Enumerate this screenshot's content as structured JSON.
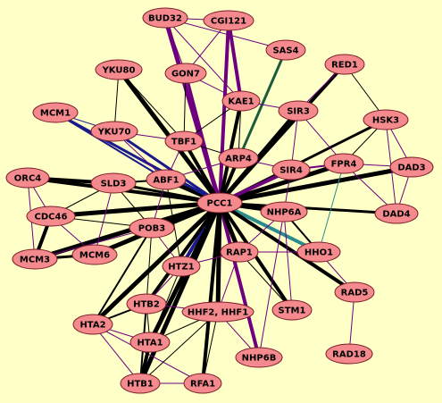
{
  "colors": {
    "background": "#FFFFC8",
    "node_fill": "#F48A8E",
    "node_stroke": "#7A1E28",
    "edge_black": "#000000",
    "edge_purple": "#6E0080",
    "edge_blue": "#1A1A8C",
    "edge_green": "#1E5A3C",
    "edge_teal": "#2A8C8C"
  },
  "nodes": [
    {
      "id": "BUD32",
      "label": "BUD32"
    },
    {
      "id": "CGI121",
      "label": "CGI121"
    },
    {
      "id": "SAS4",
      "label": "SAS4"
    },
    {
      "id": "RED1",
      "label": "RED1"
    },
    {
      "id": "YKU80",
      "label": "YKU80"
    },
    {
      "id": "GON7",
      "label": "GON7"
    },
    {
      "id": "MCM1",
      "label": "MCM1"
    },
    {
      "id": "KAE1",
      "label": "KAE1"
    },
    {
      "id": "SIR3",
      "label": "SIR3"
    },
    {
      "id": "HSK3",
      "label": "HSK3"
    },
    {
      "id": "YKU70",
      "label": "YKU70"
    },
    {
      "id": "TBF1",
      "label": "TBF1"
    },
    {
      "id": "ARP4",
      "label": "ARP4"
    },
    {
      "id": "FPR4",
      "label": "FPR4"
    },
    {
      "id": "DAD3",
      "label": "DAD3"
    },
    {
      "id": "SIR4",
      "label": "SIR4"
    },
    {
      "id": "ORC4",
      "label": "ORC4"
    },
    {
      "id": "SLD3",
      "label": "SLD3"
    },
    {
      "id": "ABF1",
      "label": "ABF1"
    },
    {
      "id": "PCC1",
      "label": "PCC1"
    },
    {
      "id": "NHP6A",
      "label": "NHP6A"
    },
    {
      "id": "DAD4",
      "label": "DAD4"
    },
    {
      "id": "CDC46",
      "label": "CDC46"
    },
    {
      "id": "POB3",
      "label": "POB3"
    },
    {
      "id": "RAP1",
      "label": "RAP1"
    },
    {
      "id": "HHO1",
      "label": "HHO1"
    },
    {
      "id": "MCM3",
      "label": "MCM3"
    },
    {
      "id": "MCM6",
      "label": "MCM6"
    },
    {
      "id": "HTZ1",
      "label": "HTZ1"
    },
    {
      "id": "RAD5",
      "label": "RAD5"
    },
    {
      "id": "HTB2",
      "label": "HTB2"
    },
    {
      "id": "HHF2_HHF1",
      "label": "HHF2, HHF1"
    },
    {
      "id": "STM1",
      "label": "STM1"
    },
    {
      "id": "HTA2",
      "label": "HTA2"
    },
    {
      "id": "HTA1",
      "label": "HTA1"
    },
    {
      "id": "NHP6B",
      "label": "NHP6B"
    },
    {
      "id": "RAD18",
      "label": "RAD18"
    },
    {
      "id": "HTB1",
      "label": "HTB1"
    },
    {
      "id": "RFA1",
      "label": "RFA1"
    }
  ],
  "edges": [
    [
      "PCC1",
      "BUD32",
      "purple",
      5
    ],
    [
      "PCC1",
      "CGI121",
      "purple",
      4
    ],
    [
      "PCC1",
      "GON7",
      "purple",
      3
    ],
    [
      "PCC1",
      "KAE1",
      "black",
      4
    ],
    [
      "PCC1",
      "SAS4",
      "green",
      3
    ],
    [
      "PCC1",
      "RED1",
      "black",
      4
    ],
    [
      "PCC1",
      "SIR3",
      "black",
      5
    ],
    [
      "PCC1",
      "HSK3",
      "black",
      3
    ],
    [
      "PCC1",
      "FPR4",
      "black",
      5
    ],
    [
      "PCC1",
      "DAD3",
      "black",
      5
    ],
    [
      "PCC1",
      "SIR4",
      "purple",
      4
    ],
    [
      "PCC1",
      "DAD4",
      "black",
      3
    ],
    [
      "PCC1",
      "NHP6A",
      "black",
      5
    ],
    [
      "PCC1",
      "HHO1",
      "teal",
      4
    ],
    [
      "PCC1",
      "RAD5",
      "black",
      4
    ],
    [
      "PCC1",
      "STM1",
      "black",
      4
    ],
    [
      "PCC1",
      "NHP6B",
      "purple",
      4
    ],
    [
      "PCC1",
      "RAP1",
      "black",
      5
    ],
    [
      "PCC1",
      "HHF2_HHF1",
      "black",
      5
    ],
    [
      "PCC1",
      "RFA1",
      "black",
      4
    ],
    [
      "PCC1",
      "HTZ1",
      "blue",
      4
    ],
    [
      "PCC1",
      "HTA1",
      "black",
      5
    ],
    [
      "PCC1",
      "HTB1",
      "black",
      5
    ],
    [
      "PCC1",
      "HTB2",
      "black",
      4
    ],
    [
      "PCC1",
      "HTA2",
      "black",
      5
    ],
    [
      "PCC1",
      "MCM6",
      "black",
      5
    ],
    [
      "PCC1",
      "MCM3",
      "black",
      5
    ],
    [
      "PCC1",
      "POB3",
      "black",
      5
    ],
    [
      "PCC1",
      "CDC46",
      "black",
      5
    ],
    [
      "PCC1",
      "ORC4",
      "black",
      4
    ],
    [
      "PCC1",
      "SLD3",
      "black",
      3
    ],
    [
      "PCC1",
      "ABF1",
      "black",
      5
    ],
    [
      "PCC1",
      "TBF1",
      "black",
      4
    ],
    [
      "PCC1",
      "ARP4",
      "black",
      4
    ],
    [
      "PCC1",
      "YKU70",
      "blue",
      3
    ],
    [
      "PCC1",
      "MCM1",
      "blue",
      3
    ],
    [
      "PCC1",
      "YKU80",
      "black",
      5
    ],
    [
      "BUD32",
      "CGI121",
      "purple",
      1
    ],
    [
      "BUD32",
      "GON7",
      "purple",
      1
    ],
    [
      "BUD32",
      "KAE1",
      "purple",
      1
    ],
    [
      "BUD32",
      "SAS4",
      "purple",
      1
    ],
    [
      "CGI121",
      "GON7",
      "purple",
      1
    ],
    [
      "CGI121",
      "KAE1",
      "purple",
      4
    ],
    [
      "GON7",
      "KAE1",
      "purple",
      1
    ],
    [
      "GON7",
      "TBF1",
      "black",
      1
    ],
    [
      "KAE1",
      "ARP4",
      "black",
      1
    ],
    [
      "KAE1",
      "SIR3",
      "purple",
      1
    ],
    [
      "KAE1",
      "TBF1",
      "black",
      1
    ],
    [
      "SIR3",
      "SIR4",
      "purple",
      1
    ],
    [
      "SIR3",
      "RED1",
      "purple",
      1
    ],
    [
      "SIR3",
      "FPR4",
      "purple",
      1
    ],
    [
      "RED1",
      "HSK3",
      "black",
      1
    ],
    [
      "HSK3",
      "FPR4",
      "black",
      1
    ],
    [
      "HSK3",
      "DAD3",
      "purple",
      1
    ],
    [
      "HSK3",
      "DAD4",
      "purple",
      1
    ],
    [
      "FPR4",
      "DAD3",
      "purple",
      1
    ],
    [
      "FPR4",
      "DAD4",
      "purple",
      1
    ],
    [
      "FPR4",
      "SIR4",
      "purple",
      2
    ],
    [
      "FPR4",
      "HHO1",
      "teal",
      1
    ],
    [
      "DAD3",
      "DAD4",
      "purple",
      1
    ],
    [
      "SIR4",
      "NHP6A",
      "purple",
      1
    ],
    [
      "SIR4",
      "ARP4",
      "purple",
      1
    ],
    [
      "YKU80",
      "YKU70",
      "black",
      1
    ],
    [
      "YKU80",
      "TBF1",
      "black",
      1
    ],
    [
      "YKU70",
      "TBF1",
      "purple",
      1
    ],
    [
      "YKU70",
      "ABF1",
      "purple",
      1
    ],
    [
      "MCM1",
      "YKU70",
      "blue",
      1
    ],
    [
      "MCM1",
      "ABF1",
      "blue",
      2
    ],
    [
      "TBF1",
      "ABF1",
      "purple",
      1
    ],
    [
      "TBF1",
      "ARP4",
      "black",
      1
    ],
    [
      "ARP4",
      "ABF1",
      "purple",
      1
    ],
    [
      "ORC4",
      "SLD3",
      "black",
      4
    ],
    [
      "ORC4",
      "CDC46",
      "purple",
      1
    ],
    [
      "ORC4",
      "MCM3",
      "purple",
      1
    ],
    [
      "SLD3",
      "ABF1",
      "black",
      2
    ],
    [
      "SLD3",
      "CDC46",
      "black",
      1
    ],
    [
      "SLD3",
      "POB3",
      "black",
      1
    ],
    [
      "SLD3",
      "MCM6",
      "purple",
      1
    ],
    [
      "CDC46",
      "MCM3",
      "black",
      4
    ],
    [
      "CDC46",
      "MCM6",
      "purple",
      1
    ],
    [
      "CDC46",
      "POB3",
      "black",
      1
    ],
    [
      "MCM3",
      "MCM6",
      "black",
      3
    ],
    [
      "MCM3",
      "POB3",
      "purple",
      1
    ],
    [
      "MCM6",
      "POB3",
      "black",
      1
    ],
    [
      "POB3",
      "HTZ1",
      "purple",
      1
    ],
    [
      "POB3",
      "HTB2",
      "black",
      1
    ],
    [
      "POB3",
      "HTA2",
      "black",
      2
    ],
    [
      "ABF1",
      "POB3",
      "purple",
      1
    ],
    [
      "ABF1",
      "HTZ1",
      "black",
      1
    ],
    [
      "HTZ1",
      "HTB2",
      "purple",
      1
    ],
    [
      "HTZ1",
      "HTA1",
      "black",
      1
    ],
    [
      "HTZ1",
      "RAP1",
      "purple",
      1
    ],
    [
      "HTB2",
      "HTA2",
      "black",
      2
    ],
    [
      "HTB2",
      "HTA1",
      "black",
      1
    ],
    [
      "HTB2",
      "HTB1",
      "black",
      2
    ],
    [
      "HTB2",
      "HHF2_HHF1",
      "purple",
      1
    ],
    [
      "HTA2",
      "HTA1",
      "purple",
      1
    ],
    [
      "HTA2",
      "HTB1",
      "purple",
      1
    ],
    [
      "HTA2",
      "RFA1",
      "purple",
      1
    ],
    [
      "HTA1",
      "HTB1",
      "black",
      4
    ],
    [
      "HTA1",
      "HHF2_HHF1",
      "black",
      1
    ],
    [
      "HHF2_HHF1",
      "RFA1",
      "black",
      1
    ],
    [
      "HHF2_HHF1",
      "NHP6B",
      "purple",
      1
    ],
    [
      "HHF2_HHF1",
      "RAP1",
      "purple",
      1
    ],
    [
      "HHF2_HHF1",
      "HTB1",
      "black",
      1
    ],
    [
      "RAP1",
      "STM1",
      "black",
      1
    ],
    [
      "RAP1",
      "HHO1",
      "purple",
      1
    ],
    [
      "RAP1",
      "NHP6A",
      "purple",
      1
    ],
    [
      "NHP6A",
      "HHO1",
      "black",
      2
    ],
    [
      "NHP6A",
      "NHP6B",
      "purple",
      1
    ],
    [
      "HHO1",
      "RAD5",
      "purple",
      1
    ],
    [
      "RAD5",
      "RAD18",
      "purple",
      1
    ],
    [
      "STM1",
      "NHP6A",
      "purple",
      1
    ],
    [
      "HTB1",
      "RFA1",
      "purple",
      1
    ]
  ]
}
